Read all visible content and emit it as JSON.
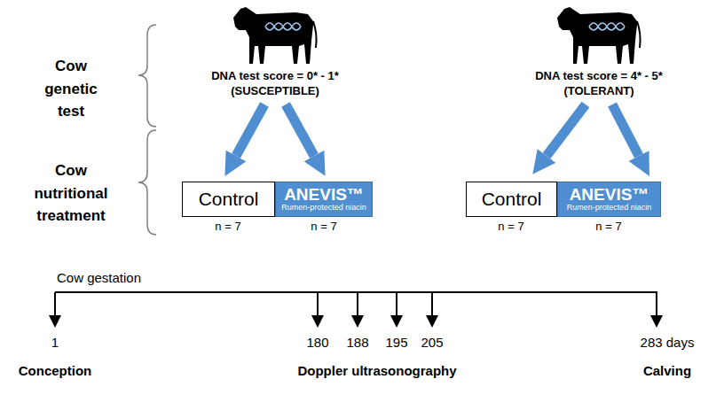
{
  "diagram": {
    "nodes": [
      {
        "text": [
          "Control"
        ]
      },
      {
        "text": [
          "ANEVIS™",
          "Rumen-protected niacin"
        ]
      },
      {
        "text": [
          "Control"
        ]
      },
      {
        "text": [
          "ANEVIS™",
          "Rumen-protected niacin"
        ]
      }
    ],
    "labels": [
      "Cow genetic test",
      "Cow nutritional treatment",
      "DNA test score = 0* - 1*",
      "(SUSCEPTIBLE)",
      "DNA test score = 4* - 5*",
      "(TOLERANT)",
      "n = 7",
      "n = 7",
      "n = 7",
      "n = 7",
      "Cow gestation",
      "1",
      "180",
      "188",
      "195",
      "205",
      "283 days",
      "Conception",
      "Doppler ultrasonography",
      "Calving"
    ]
  }
}
